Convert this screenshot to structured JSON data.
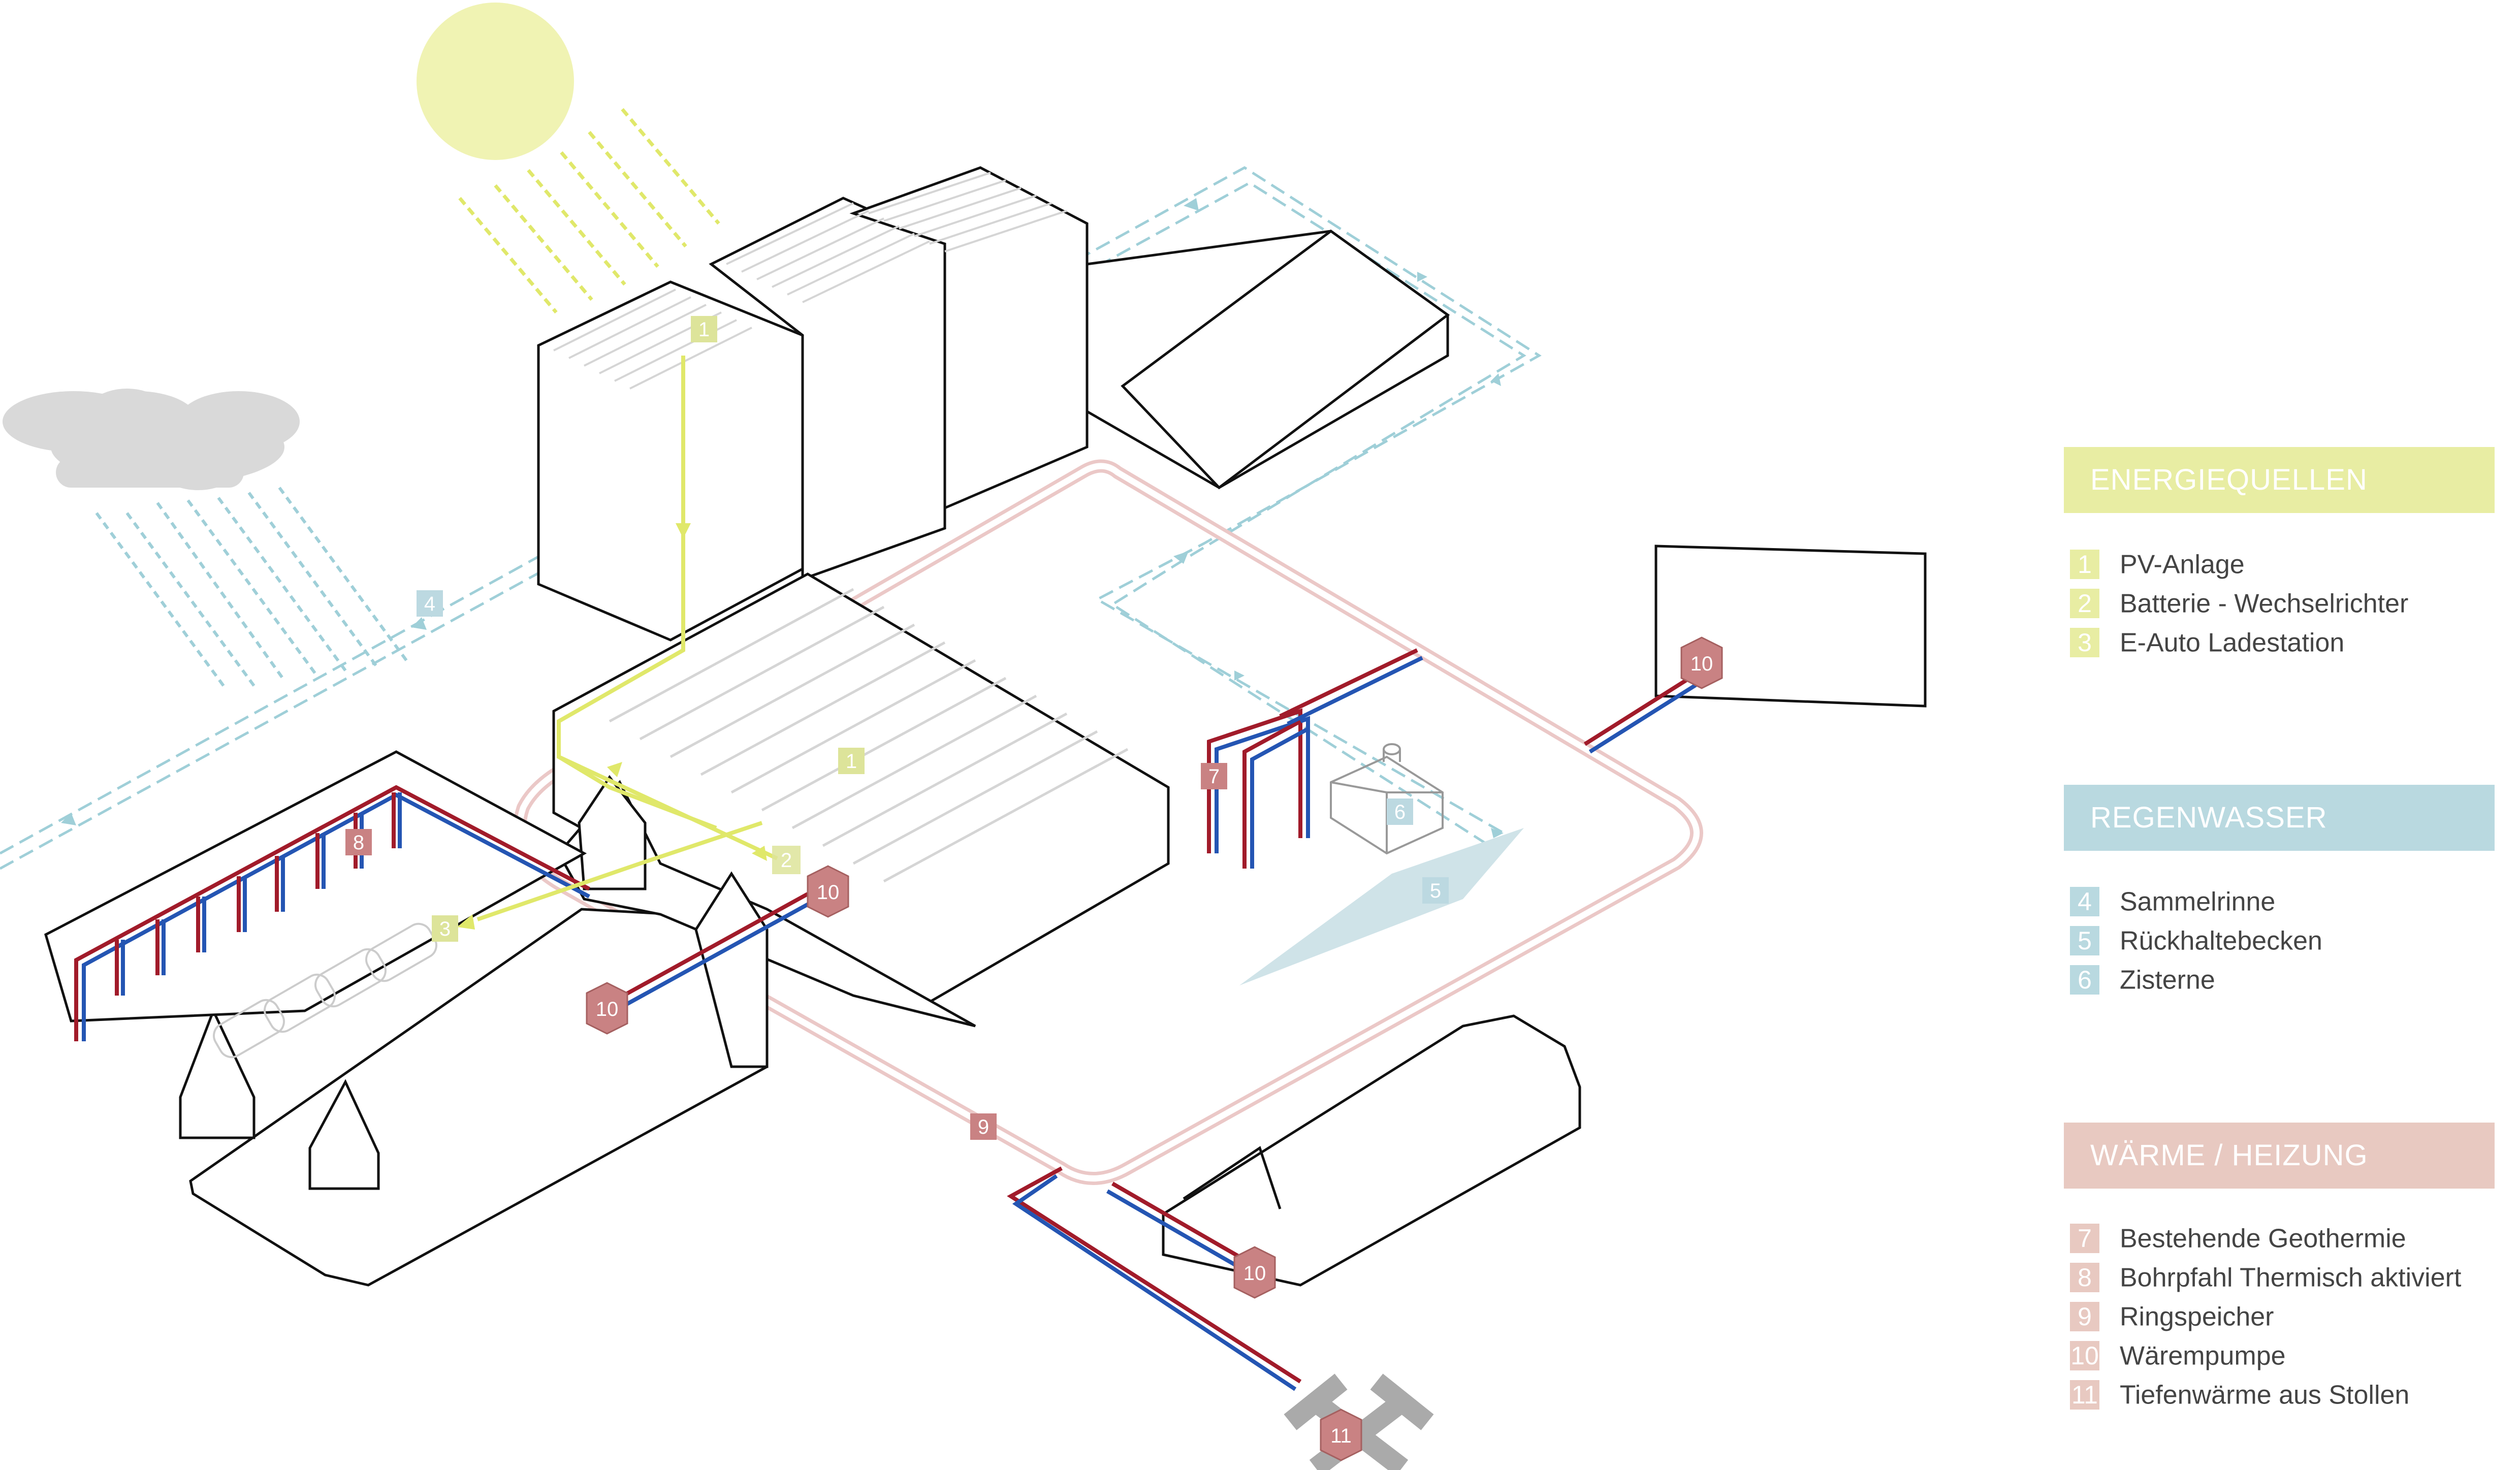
{
  "colors": {
    "energy": "#e8eda3",
    "energy_marker": "#dde49a",
    "energy_line": "#e0e86a",
    "rain": "#b9d9e0",
    "rain_marker": "#bcd9e1",
    "rain_line": "#9fcfd8",
    "heat": "#e8c9c1",
    "heat_marker": "#e8b6b0",
    "heat_dark_marker": "#c98283",
    "ring_pipe": "#ebc8c7",
    "pipe_red": "#a11b2a",
    "pipe_blue": "#2455b3",
    "sun": "#f0f3b3",
    "cloud": "#d9d9d9",
    "building_line": "#111111"
  },
  "legend": [
    {
      "title": "ENERGIEQUELLEN",
      "color": "#e8eda3",
      "items": [
        {
          "num": "1",
          "label": "PV-Anlage"
        },
        {
          "num": "2",
          "label": "Batterie - Wechselrichter"
        },
        {
          "num": "3",
          "label": "E-Auto Ladestation"
        }
      ]
    },
    {
      "title": "REGENWASSER",
      "color": "#b9d9e0",
      "items": [
        {
          "num": "4",
          "label": "Sammelrinne"
        },
        {
          "num": "5",
          "label": "Rückhaltebecken"
        },
        {
          "num": "6",
          "label": "Zisterne"
        }
      ]
    },
    {
      "title": "WÄRME / HEIZUNG",
      "color": "#e8c9c1",
      "items": [
        {
          "num": "7",
          "label": "Bestehende Geothermie"
        },
        {
          "num": "8",
          "label": "Bohrpfahl Thermisch aktiviert"
        },
        {
          "num": "9",
          "label": "Ringspeicher"
        },
        {
          "num": "10",
          "label": "Wärempumpe"
        },
        {
          "num": "11",
          "label": "Tiefenwärme aus Stollen"
        }
      ]
    }
  ],
  "markers": {
    "m1a": "1",
    "m1b": "1",
    "m2": "2",
    "m3": "3",
    "m4": "4",
    "m5": "5",
    "m6": "6",
    "m7": "7",
    "m8": "8",
    "m9": "9",
    "m10a": "10",
    "m10b": "10",
    "m10c": "10",
    "m10d": "10",
    "m11": "11"
  }
}
